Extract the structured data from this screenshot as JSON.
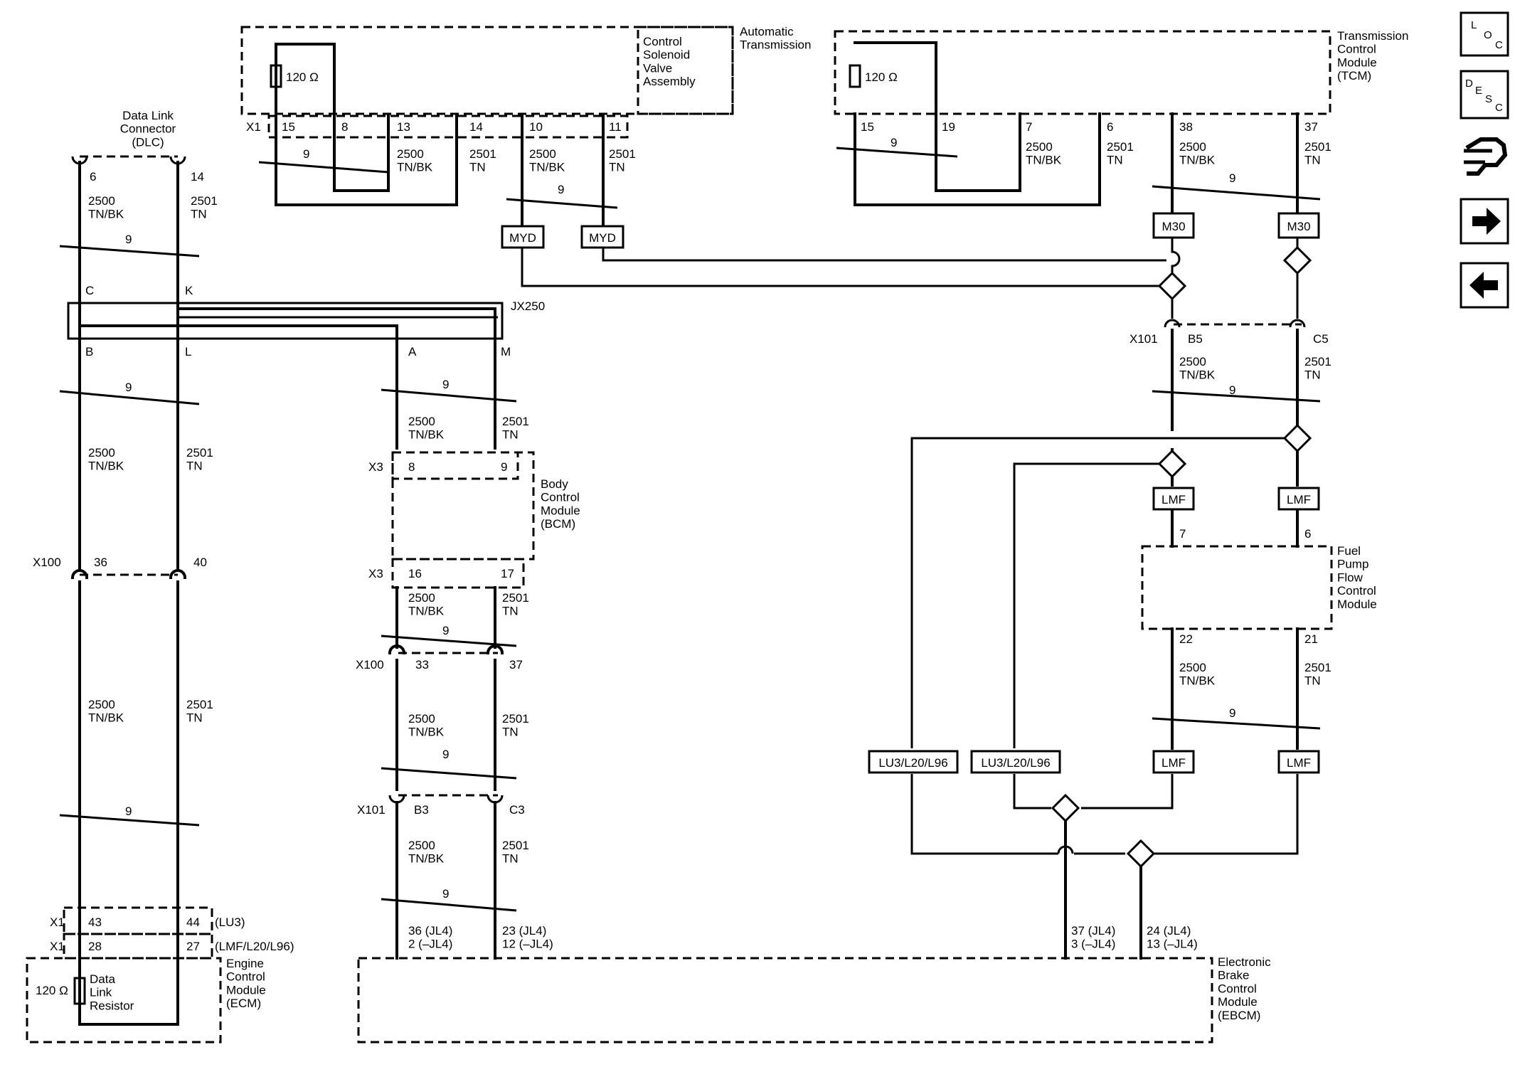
{
  "modules": {
    "auto_trans": "Automatic\nTransmission",
    "control_solenoid": "Control\nSolenoid\nValve\nAssembly",
    "tcm": "Transmission\nControl\nModule\n(TCM)",
    "dlc": "Data Link\nConnector\n(DLC)",
    "bcm": "Body\nControl\nModule\n(BCM)",
    "fuel_pump": "Fuel\nPump\nFlow\nControl\nModule",
    "ecm": "Engine\nControl\nModule\n(ECM)",
    "ebcm": "Electronic\nBrake\nControl\nModule\n(EBCM)",
    "data_link_resistor": "Data\nLink\nResistor"
  },
  "resistor_value": "120 Ω",
  "connectors": {
    "x1": "X1",
    "x3": "X3",
    "x100": "X100",
    "x101": "X101",
    "jx250": "JX250"
  },
  "wires": {
    "w2500": "2500\nTN/BK",
    "w2501": "2501\nTN",
    "twist": "9"
  },
  "pins": {
    "cs_15": "15",
    "cs_8": "8",
    "cs_13": "13",
    "cs_14": "14",
    "cs_10": "10",
    "cs_11": "11",
    "tcm_15": "15",
    "tcm_19": "19",
    "tcm_7": "7",
    "tcm_6": "6",
    "tcm_38": "38",
    "tcm_37": "37",
    "dlc_6": "6",
    "dlc_14": "14",
    "jx_c": "C",
    "jx_k": "K",
    "jx_b": "B",
    "jx_l": "L",
    "jx_a": "A",
    "jx_m": "M",
    "bcm_8": "8",
    "bcm_9": "9",
    "bcm_16": "16",
    "bcm_17": "17",
    "x100_36": "36",
    "x100_40": "40",
    "x100_33": "33",
    "x100_37": "37",
    "x101_b3": "B3",
    "x101_c3": "C3",
    "x101_b5": "B5",
    "x101_c5": "C5",
    "fp_7": "7",
    "fp_6": "6",
    "fp_22": "22",
    "fp_21": "21",
    "ecm_43": "43",
    "ecm_44": "44",
    "ecm_28": "28",
    "ecm_27": "27",
    "ecm_lu3": "(LU3)",
    "ecm_lmf": "(LMF/L20/L96)",
    "ebcm_p1": "36 (JL4)\n2 (–JL4)",
    "ebcm_p2": "23 (JL4)\n12 (–JL4)",
    "ebcm_p3": "37 (JL4)\n3 (–JL4)",
    "ebcm_p4": "24 (JL4)\n13 (–JL4)"
  },
  "options": {
    "myd": "MYD",
    "m30": "M30",
    "lmf": "LMF",
    "lu3": "LU3/L20/L96"
  },
  "nav": {
    "loc": "LOC",
    "desc": "DESC",
    "icons": [
      "loc-icon",
      "desc-icon",
      "connector-view-icon",
      "next-arrow-icon",
      "previous-arrow-icon"
    ]
  }
}
